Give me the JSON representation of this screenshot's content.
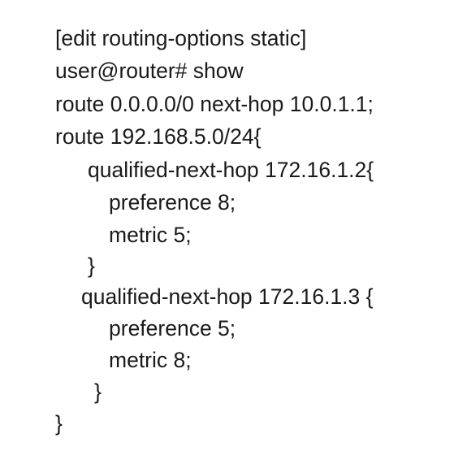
{
  "text_color": "#1a1a1a",
  "background_color": "#ffffff",
  "lines": [
    "[edit routing-options static]",
    "user@router# show",
    "route 0.0.0.0/0 next-hop 10.0.1.1;",
    "route 192.168.5.0/24{",
    "qualified-next-hop 172.16.1.2{",
    "preference 8;",
    "metric 5;",
    "}",
    "qualified-next-hop 172.16.1.3 {",
    "preference 5;",
    "metric 8;",
    "}",
    "}"
  ]
}
